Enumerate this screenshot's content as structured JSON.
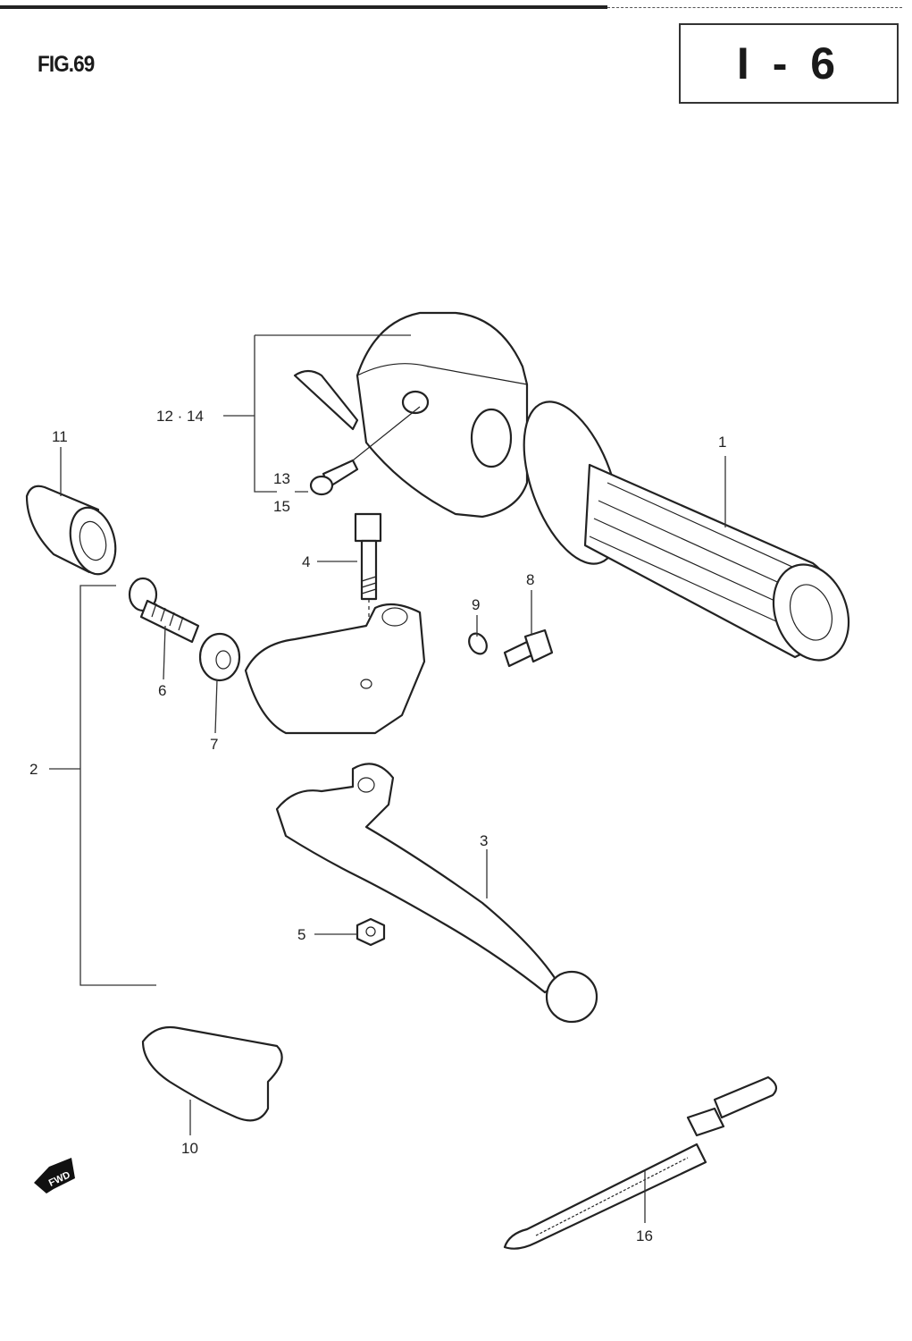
{
  "header": {
    "figure": "FIG.69",
    "page_ref": "I - 6"
  },
  "direction_badge": "FWD",
  "callouts": {
    "p1": "1",
    "p2": "2",
    "p3": "3",
    "p4": "4",
    "p5": "5",
    "p6": "6",
    "p7": "7",
    "p8": "8",
    "p9": "9",
    "p10": "10",
    "p11": "11",
    "p12_14": "12 · 14",
    "p13": "13",
    "p15": "15",
    "p16": "16"
  }
}
